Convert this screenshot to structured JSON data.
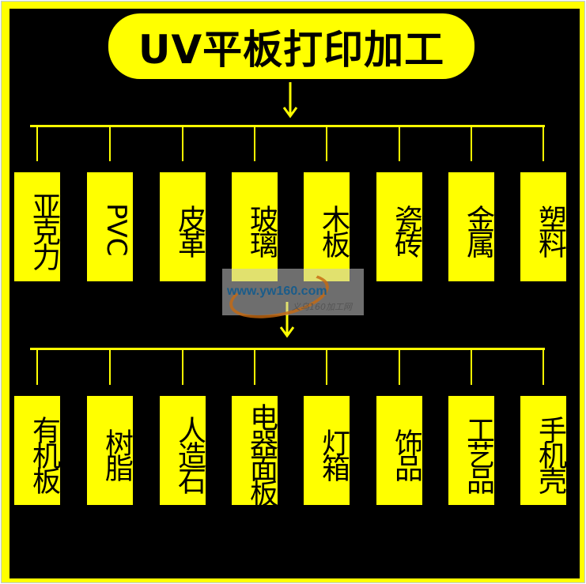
{
  "title": "UV平板打印加工",
  "row1": [
    "亚克力",
    "PVC",
    "皮革",
    "玻璃",
    "木板",
    "瓷砖",
    "金属",
    "塑料"
  ],
  "row2": [
    "有机板",
    "树脂",
    "人造石",
    "电器面板",
    "灯箱",
    "饰品",
    "工艺品",
    "手机壳"
  ],
  "watermark": {
    "url": "www.yw160.com",
    "name": "义乌160加工网"
  },
  "colors": {
    "accent": "#ffff00",
    "background": "#000000"
  }
}
